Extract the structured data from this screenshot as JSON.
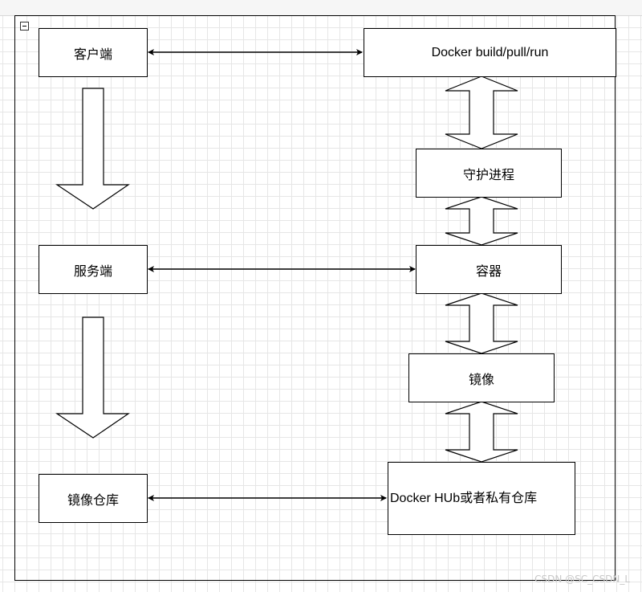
{
  "diagram": {
    "nodes": {
      "client": "客户端",
      "server": "服务端",
      "registry": "镜像仓库",
      "docker_cmd": "Docker build/pull/run",
      "daemon": "守护进程",
      "container": "容器",
      "image": "镜像",
      "hub": "Docker HUb或者私有仓库"
    },
    "watermark": "CSDN @SC_CSDN_L"
  }
}
